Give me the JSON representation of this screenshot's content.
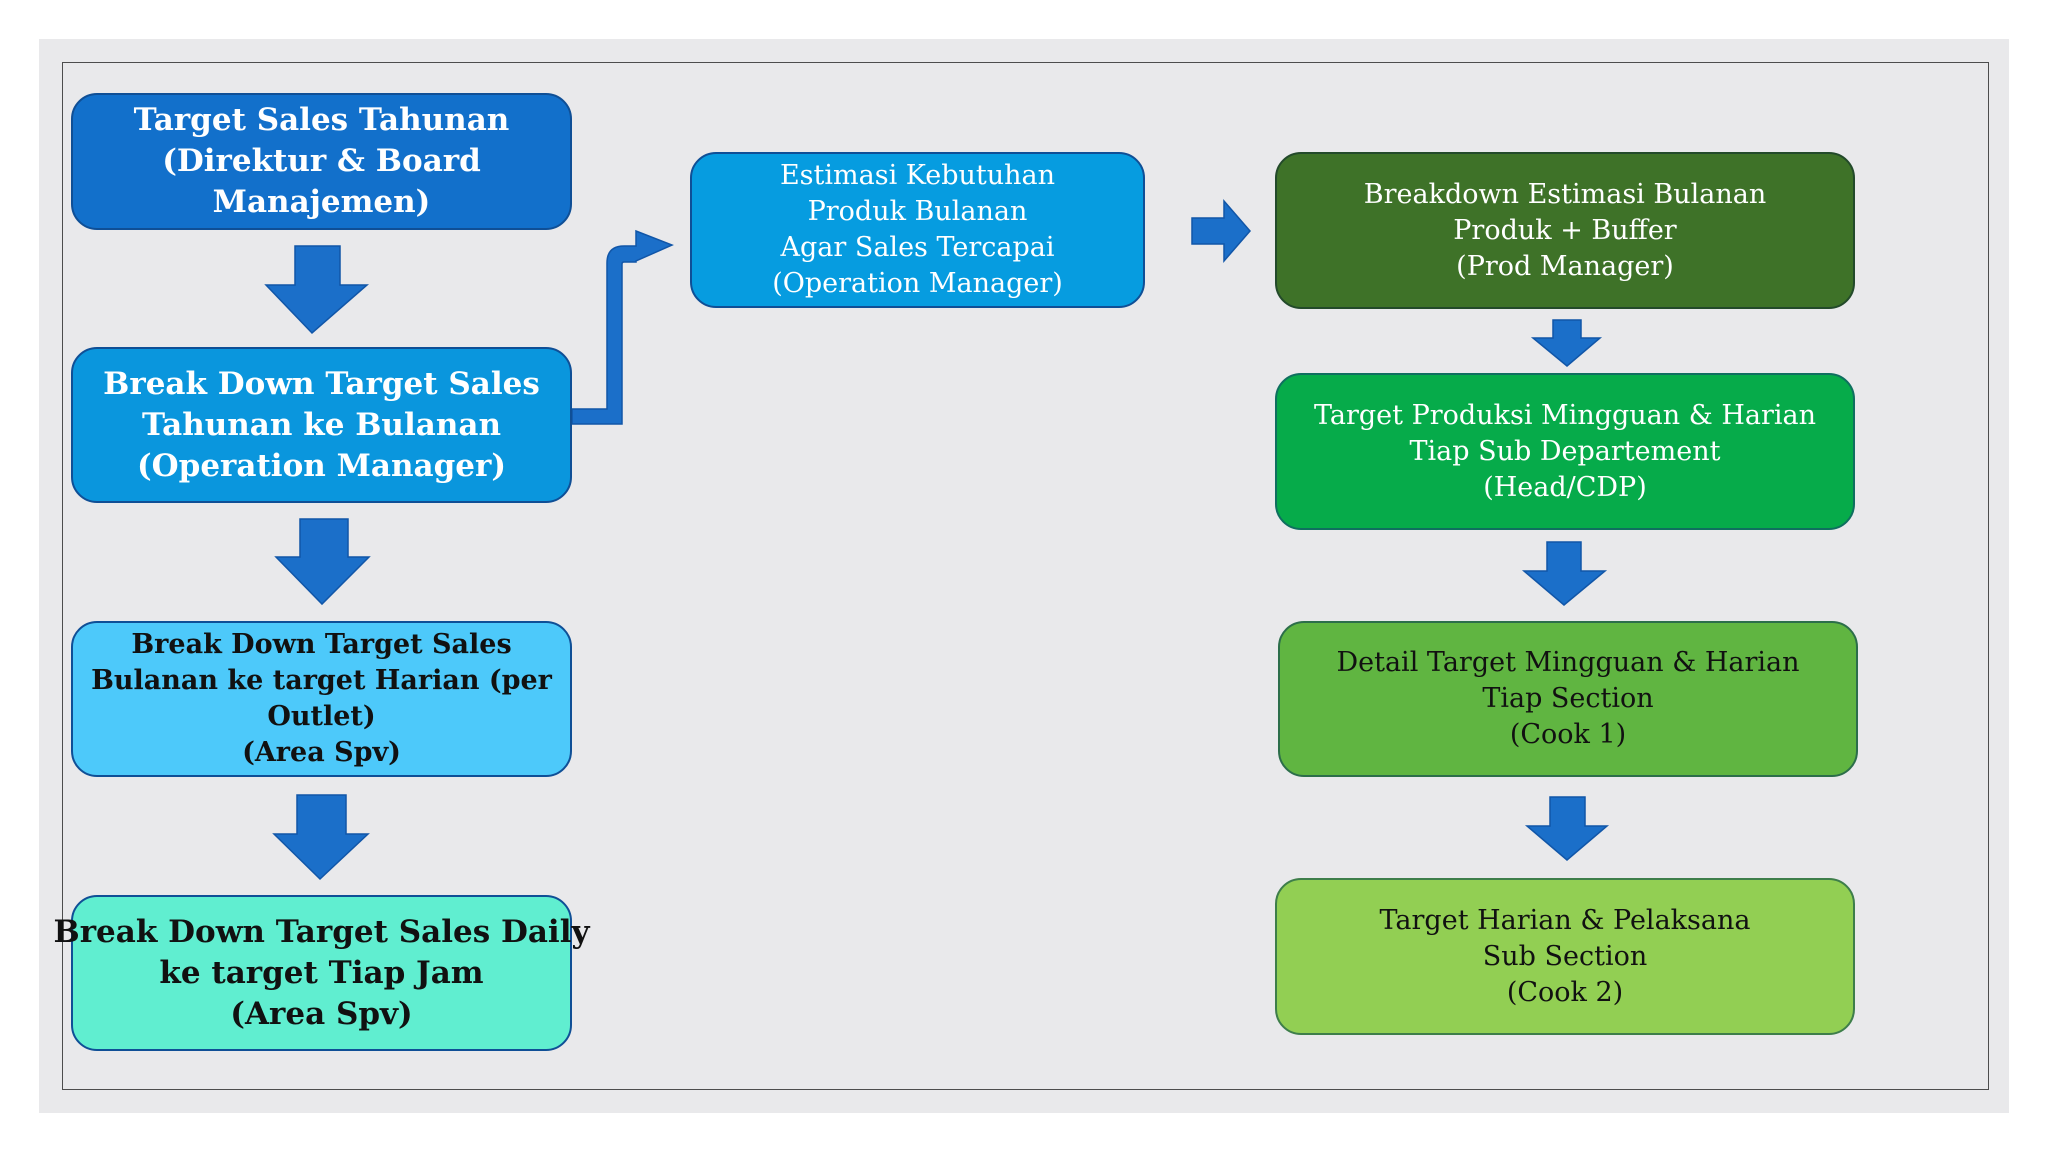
{
  "colors": {
    "arrow": "#1b6fc9",
    "arrow_stroke": "#1156a8"
  },
  "left": {
    "box1": {
      "lines": [
        "Target Sales Tahunan",
        "(Direktur & Board",
        "Manajemen)"
      ]
    },
    "box2": {
      "lines": [
        "Break Down Target Sales",
        "Tahunan ke Bulanan",
        "(Operation Manager)"
      ]
    },
    "box3": {
      "lines": [
        "Break Down Target Sales",
        "Bulanan ke target Harian (per",
        "Outlet)",
        "(Area Spv)"
      ]
    },
    "box4": {
      "lines": [
        "Break Down Target Sales Daily",
        "ke target Tiap Jam",
        "(Area Spv)"
      ]
    }
  },
  "middle": {
    "box1": {
      "lines": [
        "Estimasi Kebutuhan",
        "Produk Bulanan",
        "Agar Sales Tercapai",
        "(Operation Manager)"
      ]
    }
  },
  "right": {
    "box1": {
      "lines": [
        "Breakdown Estimasi Bulanan",
        "Produk + Buffer",
        "(Prod Manager)"
      ]
    },
    "box2": {
      "lines": [
        "Target Produksi Mingguan & Harian",
        "Tiap Sub Departement",
        "(Head/CDP)"
      ]
    },
    "box3": {
      "lines": [
        "Detail Target Mingguan & Harian",
        "Tiap Section",
        "(Cook 1)"
      ]
    },
    "box4": {
      "lines": [
        "Target Harian & Pelaksana",
        "Sub Section",
        "(Cook 2)"
      ]
    }
  }
}
